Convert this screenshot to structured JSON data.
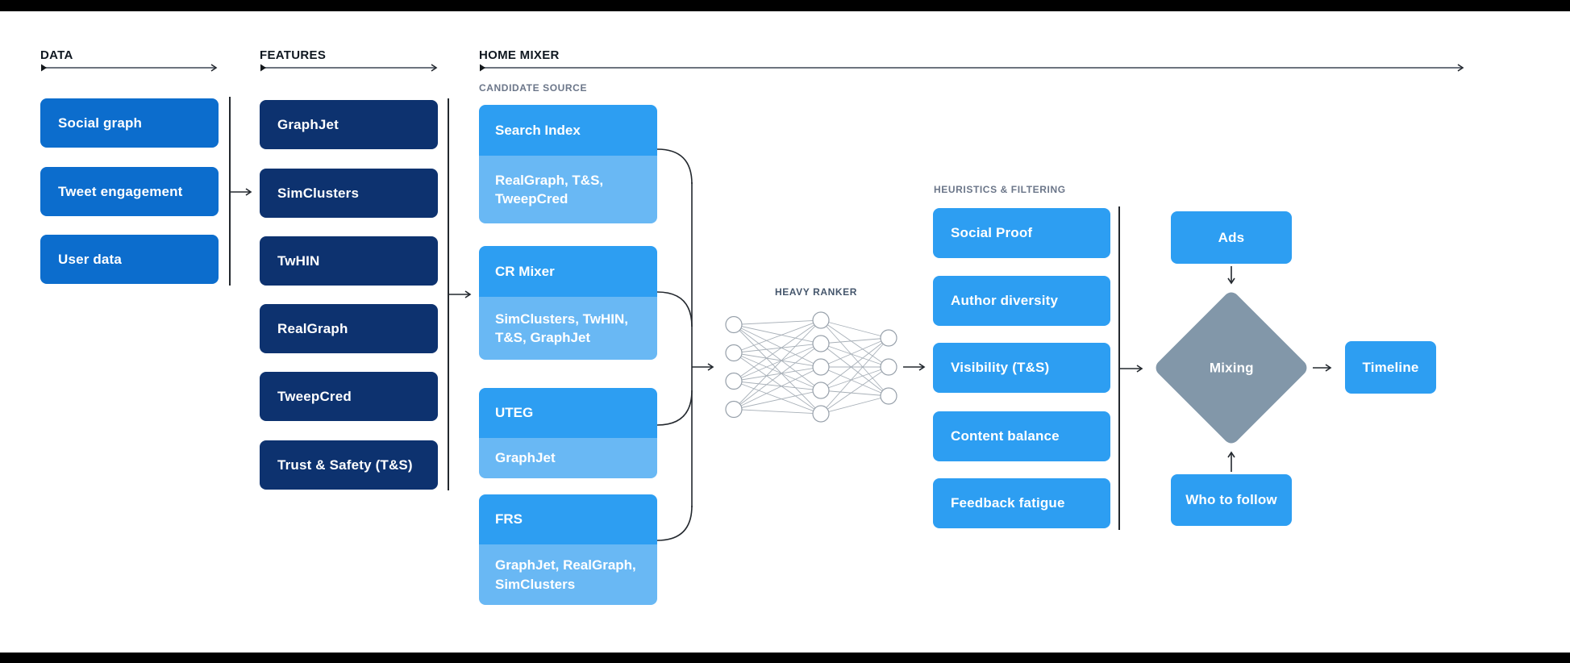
{
  "colors": {
    "bar": "#000000",
    "data_blue": "#0c6dcd",
    "features_navy": "#0d326f",
    "bright_blue": "#2d9ef2",
    "light_blue": "#69b8f4",
    "mix_gray": "#8297a9",
    "hdr_text": "#0f1720",
    "sub_text": "#6b7689",
    "ranker_text": "#45566c"
  },
  "sections": {
    "data": {
      "label": "DATA",
      "boxes": [
        "Social graph",
        "Tweet engagement",
        "User data"
      ]
    },
    "features": {
      "label": "FEATURES",
      "boxes": [
        "GraphJet",
        "SimClusters",
        "TwHIN",
        "RealGraph",
        "TweepCred",
        "Trust & Safety (T&S)"
      ]
    },
    "home_mixer": {
      "label": "HOME MIXER",
      "candidate_source": {
        "label": "CANDIDATE SOURCE",
        "blocks": [
          {
            "title": "Search Index",
            "sub": "RealGraph, T&S, TweepCred"
          },
          {
            "title": "CR Mixer",
            "sub": "SimClusters, TwHIN, T&S, GraphJet"
          },
          {
            "title": "UTEG",
            "sub": "GraphJet"
          },
          {
            "title": "FRS",
            "sub": "GraphJet, RealGraph, SimClusters"
          }
        ]
      },
      "heavy_ranker": {
        "label": "HEAVY RANKER",
        "layers": [
          4,
          5,
          3
        ]
      },
      "heuristics": {
        "label": "HEURISTICS & FILTERING",
        "boxes": [
          "Social Proof",
          "Author diversity",
          "Visibility (T&S)",
          "Content balance",
          "Feedback fatigue"
        ]
      },
      "mixing": {
        "ads_label": "Ads",
        "diamond_label": "Mixing",
        "who_to_follow_label": "Who to follow",
        "timeline_label": "Timeline"
      }
    }
  }
}
